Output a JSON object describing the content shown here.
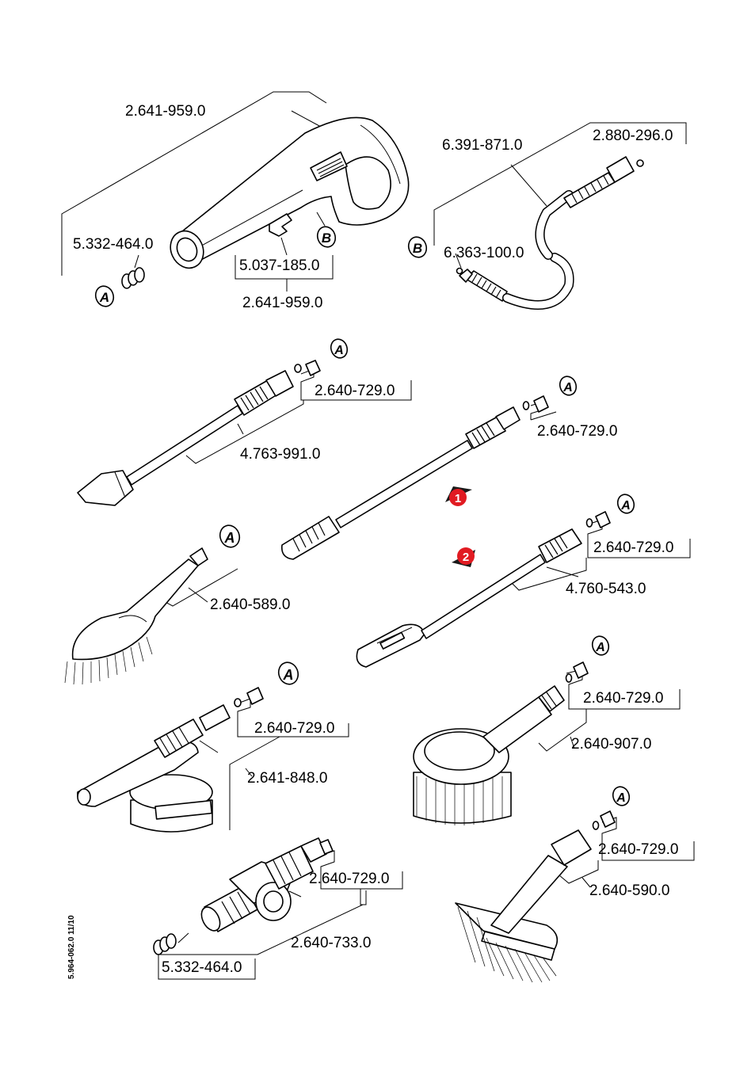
{
  "labels": {
    "gun_top": "2.641-959.0",
    "gun_bottom": "2.641-959.0",
    "gun_clip": "5.037-185.0",
    "gun_spring": "5.332-464.0",
    "hose": "6.391-871.0",
    "hose_oring": "2.880-296.0",
    "hose_nipple": "6.363-100.0",
    "lance1_set": "2.640-729.0",
    "lance1": "4.763-991.0",
    "lance2_set": "2.640-729.0",
    "lance3_set": "2.640-729.0",
    "lance3": "4.760-543.0",
    "brush_hand": "2.640-589.0",
    "foam_set": "2.640-729.0",
    "foam": "2.641-848.0",
    "rot_brush_set": "2.640-729.0",
    "rot_brush": "2.640-907.0",
    "wash_brush_set": "2.640-729.0",
    "wash_brush": "2.640-590.0",
    "adapter_set": "2.640-729.0",
    "adapter": "2.640-733.0",
    "adapter_spring": "5.332-464.0",
    "doc_ref": "5.964-062.0  11/10"
  },
  "callouts": {
    "a": "A",
    "b": "B",
    "one": "1",
    "two": "2"
  },
  "colors": {
    "line": "#000000",
    "badge_red": "#e11b22",
    "badge_shadow": "#1a1a1a"
  }
}
